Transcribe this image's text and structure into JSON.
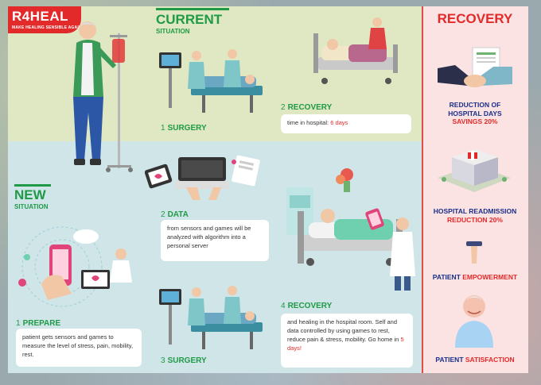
{
  "logo": {
    "title": "R4HEAL",
    "subtitle": "MAKE HEALING SENSIBLE AGAIN"
  },
  "current": {
    "title": "CURRENT",
    "subtitle": "SITUATION",
    "step1": {
      "num": "1",
      "label": "SURGERY"
    },
    "step2": {
      "num": "2",
      "label": "RECOVERY",
      "text": "time in hospital: ",
      "highlight": "6 days"
    }
  },
  "new": {
    "title": "NEW",
    "subtitle": "SITUATION",
    "step1": {
      "num": "1",
      "label": "PREPARE",
      "text": "patient gets sensors and games to measure the level of stress, pain, mobility, rest."
    },
    "step2": {
      "num": "2",
      "label": "DATA",
      "text": "from sensors and games will be analyzed with algorithm into a personal server"
    },
    "step3": {
      "num": "3",
      "label": "SURGERY"
    },
    "step4": {
      "num": "4",
      "label": "RECOVERY",
      "text": "and healing in the hospital room. Self and data controlled by using games to rest, reduce pain & stress, mobility. Go home in ",
      "highlight": "5 days!"
    }
  },
  "recovery": {
    "title": "RECOVERY",
    "b1": {
      "line1": "REDUCTION OF",
      "line2": "HOSPITAL DAYS",
      "line3": "SAVINGS 20%"
    },
    "b2": {
      "line1": "HOSPITAL READMISSION",
      "line2": "REDUCTION 20%"
    },
    "b3": {
      "part1": "PATIENT ",
      "part2": "EMPOWERMENT"
    },
    "b4": {
      "part1": "PATIENT ",
      "part2": "SATISFACTION"
    }
  },
  "colors": {
    "green": "#1f9a46",
    "red": "#e32a2a",
    "navy": "#1a2f8a",
    "mint": "#6fd0b0",
    "teal": "#3b8ea0"
  }
}
